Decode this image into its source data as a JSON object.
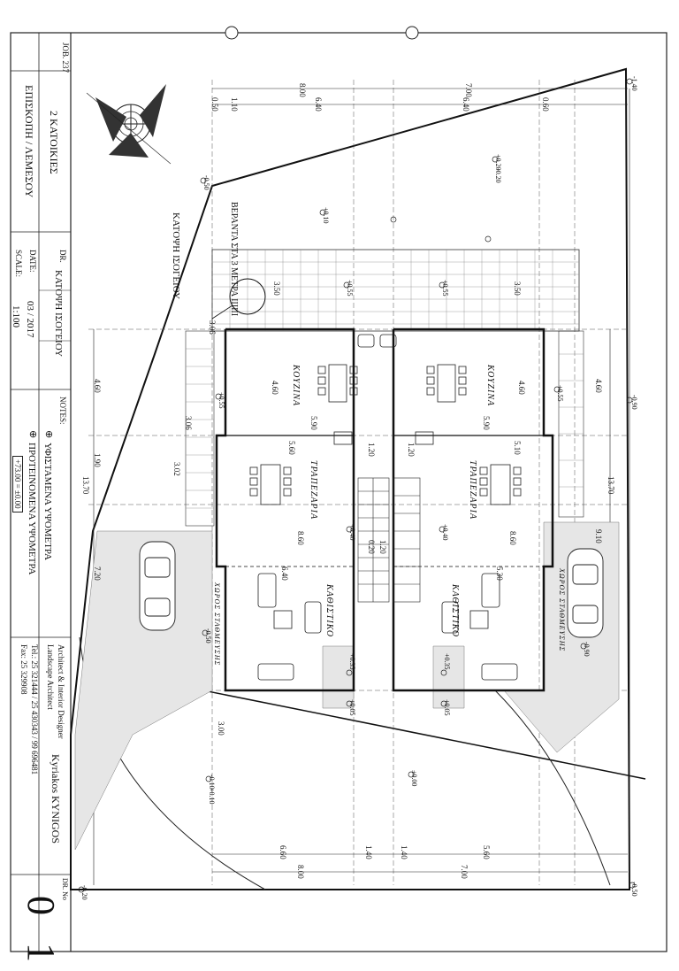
{
  "title_block": {
    "project": "2 ΚΑΤΟΙΚΙΕΣ",
    "location": "ΕΠΙΣΚΟΠΗ / ΛΕΜΕΣΟΥ",
    "job_label": "JOB. 237",
    "drawing_label": "DR.",
    "drawing_name": "ΚΑΤΟΨΗ ΙΣΟΓΕΙΟΥ",
    "date_label": "DATE:",
    "date": "03 / 2017",
    "scale_label": "SCALE:",
    "scale": "1:100",
    "notes_label": "NOTES:",
    "legend_existing": "ΥΦΙΣΤΑΜΕΝΑ ΥΨΟΜΕΤΡΑ",
    "legend_proposed": "ΠΡΟΤΕΙΝΟΜΕΝΑ ΥΨΟΜΕΤΡΑ",
    "datum": "+73.00 = ±0.00",
    "architect_role1": "Architect & Interior Designer",
    "architect_role2": "Landscape Architect",
    "architect_name": "Kyriakos KYNIGOS",
    "tel": "Tel.: 25 321444 / 25 430343 / 99 696481",
    "fax": "Fax: 25 329908",
    "dr_no_label": "DR. No",
    "dr_no": "0 1"
  },
  "plan": {
    "plan_title": "ΚΑΤΟΨΗ ΙΣΟΓΕΙΟΥ",
    "veranda_note": "ΒΕΡΑΝΤΑ ΣΤΑ 3 ΜΕΤΡΑ ΙΙΙΙΙΙ",
    "rooms": {
      "kitchen": "ΚΟΥΖΙΝΑ",
      "dining": "ΤΡΑΠΕΖΑΡΙΑ",
      "living": "ΚΑΘΙΣΤΙΚΟ",
      "parking": "ΧΩΡΟΣ ΣΤΑΘΜΕΥΣΗΣ"
    },
    "dims_top": [
      "8.00",
      "0.50",
      "1.10",
      "6.40",
      "7.00",
      "6.40",
      "0.60"
    ],
    "dims_bottom": [
      "6.60",
      "8.00",
      "1.40",
      "1.40",
      "5.60",
      "7.00"
    ],
    "dims_left": [
      "4.60",
      "1.90",
      "13.70",
      "7.20"
    ],
    "dims_right": [
      "4.60",
      "13.70",
      "9.10"
    ],
    "dims_inner": [
      "4.60",
      "5.90",
      "5.60",
      "8.60",
      "6.40",
      "1.20",
      "0.20",
      "1.20",
      "4.60",
      "5.90",
      "5.10",
      "8.60",
      "5.30",
      "1.20",
      "3.50",
      "3.50",
      "3.06",
      "3.06",
      "3.02",
      "3.00"
    ],
    "elevations": [
      "-1.40",
      "-0.90",
      "-0.50",
      "+0.10",
      "+0.20",
      "-0.20",
      "+0.55",
      "+0.55",
      "+0.40",
      "+0.40",
      "+0.35",
      "+0.35",
      "+0.05",
      "+0.05",
      "-0.10",
      "+0.10",
      "±0.00",
      "-0.50",
      "-0.20",
      "-0.50",
      "-0.90",
      "+0.55",
      "+0.55"
    ]
  }
}
